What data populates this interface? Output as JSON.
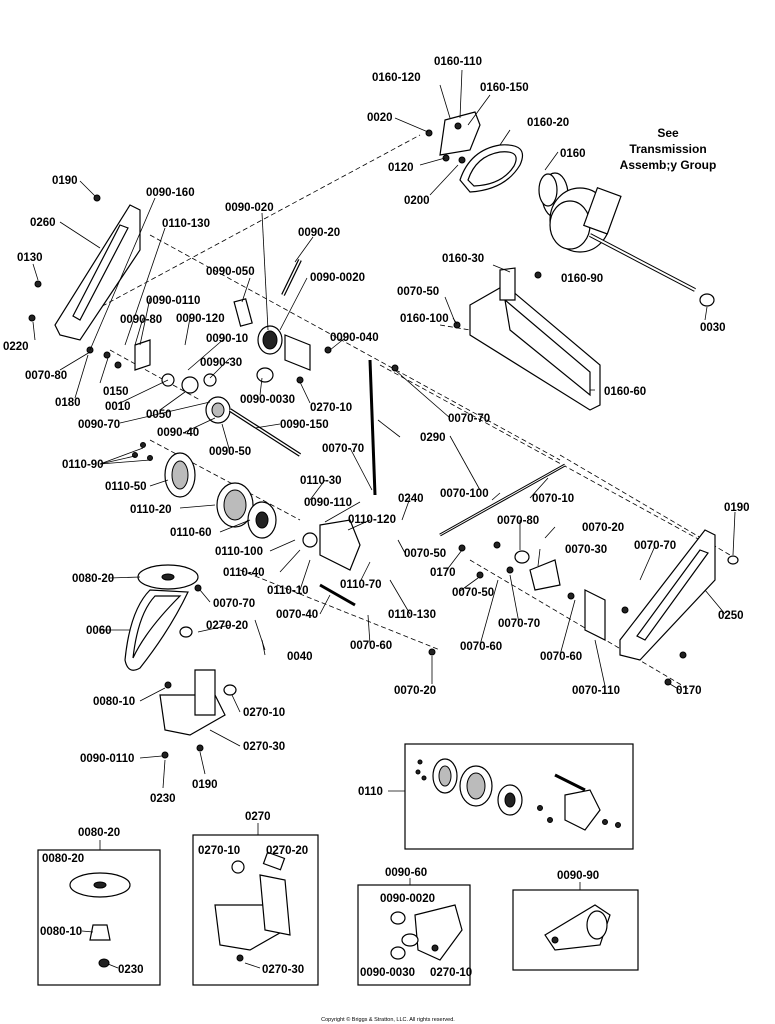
{
  "labels": {
    "l0160_110": "0160-110",
    "l0160_120": "0160-120",
    "l0160_150": "0160-150",
    "l0020": "0020",
    "l0160_20": "0160-20",
    "l0120": "0120",
    "l0160": "0160",
    "l0200": "0200",
    "l0190a": "0190",
    "l0090_160": "0090-160",
    "l0260": "0260",
    "l0110_130a": "0110-130",
    "l0090_020": "0090-020",
    "l0090_20": "0090-20",
    "l0130": "0130",
    "l0090_050": "0090-050",
    "l0090_0020": "0090-0020",
    "l0160_30": "0160-30",
    "l0160_90": "0160-90",
    "l0070_50a": "0070-50",
    "l0090_0110a": "0090-0110",
    "l0160_100": "0160-100",
    "l0090_80": "0090-80",
    "l0090_120": "0090-120",
    "l0030": "0030",
    "l0220": "0220",
    "l0090_040": "0090-040",
    "l0090_10": "0090-10",
    "l0090_30": "0090-30",
    "l0070_80a": "0070-80",
    "l0150": "0150",
    "l0160_60": "0160-60",
    "l0180": "0180",
    "l0010": "0010",
    "l0090_0030a": "0090-0030",
    "l0270_10a": "0270-10",
    "l0050": "0050",
    "l0090_70": "0090-70",
    "l0070_70a": "0070-70",
    "l0090_150": "0090-150",
    "l0290": "0290",
    "l0090_40": "0090-40",
    "l0110_90": "0110-90",
    "l0090_50": "0090-50",
    "l0070_70b": "0070-70",
    "l0110_50": "0110-50",
    "l0110_30": "0110-30",
    "l0070_100": "0070-100",
    "l0240": "0240",
    "l0070_10": "0070-10",
    "l0090_110": "0090-110",
    "l0110_20": "0110-20",
    "l0110_120": "0110-120",
    "l0070_80b": "0070-80",
    "l0190b": "0190",
    "l0110_60": "0110-60",
    "l0070_20a": "0070-20",
    "l0110_100": "0110-100",
    "l0070_50b": "0070-50",
    "l0070_70c": "0070-70",
    "l0070_30": "0070-30",
    "l0110_40": "0110-40",
    "l0170a": "0170",
    "l0080_20": "0080-20",
    "l0110_10": "0110-10",
    "l0110_70": "0110-70",
    "l0070_50c": "0070-50",
    "l0070_70d": "0070-70",
    "l0250": "0250",
    "l0070_40": "0070-40",
    "l0110_130b": "0110-130",
    "l0070_70e": "0070-70",
    "l0060": "0060",
    "l0270_20a": "0270-20",
    "l0070_60a": "0070-60",
    "l0070_60b": "0070-60",
    "l0070_60c": "0070-60",
    "l0040": "0040",
    "l0070_20b": "0070-20",
    "l0070_110": "0070-110",
    "l0170b": "0170",
    "l0080_10a": "0080-10",
    "l0270_10b": "0270-10",
    "l0270_30a": "0270-30",
    "l0090_0110b": "0090-0110",
    "l0190c": "0190",
    "l0230a": "0230",
    "l0110": "0110",
    "l0270": "0270",
    "l0080_20b": "0080-20",
    "l0080_20c": "0080-20",
    "l0270_10c": "0270-10",
    "l0270_20b": "0270-20",
    "l0090_60": "0090-60",
    "l0090_90": "0090-90",
    "l0090_0020b": "0090-0020",
    "l0080_10b": "0080-10",
    "l0230b": "0230",
    "l0270_30b": "0270-30",
    "l0090_0030b": "0090-0030",
    "l0270_10d": "0270-10"
  },
  "see_note": {
    "line1": "See",
    "line2": "Transmission",
    "line3": "Assemb;y Group"
  },
  "copyright": "Copyright © Briggs & Stratton, LLC. All rights reserved."
}
